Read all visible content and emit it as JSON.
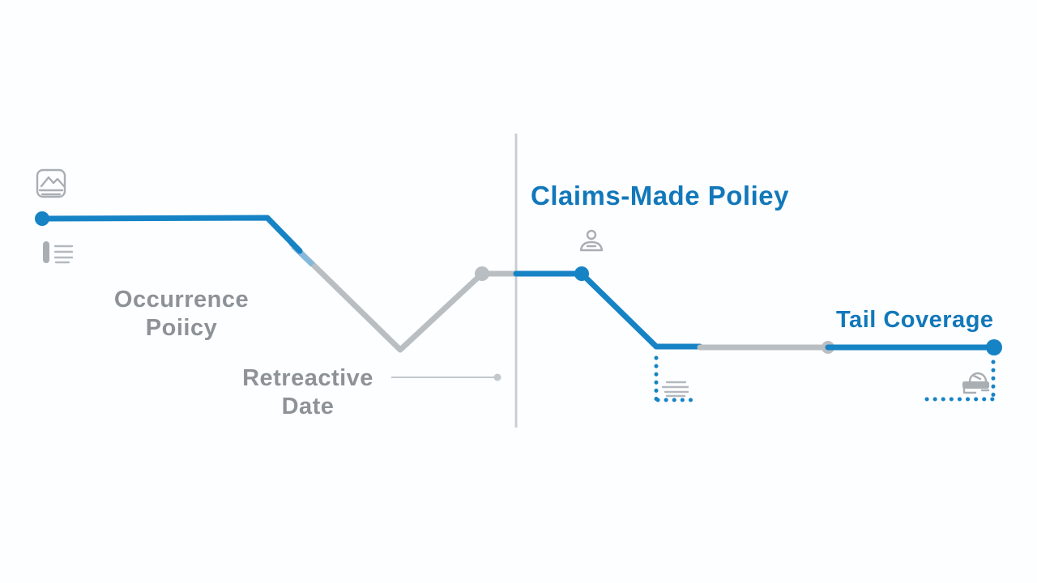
{
  "labels": {
    "occurrence_policy": "Occurrence\nPoiicy",
    "retroactive_date": "Retreactive\nDate",
    "claims_made_policy": "Claims-Made Poliey",
    "tail_coverage": "Tail Coverage"
  },
  "icons": {
    "occurrence_start_top": "photo-icon",
    "occurrence_start_bottom": "list-icon",
    "claims_made_marker": "person-icon",
    "claims_dotted_box": "document-lines-icon",
    "tail_dotted_box": "printer-icon"
  },
  "colors": {
    "accent_blue": "#1683c5",
    "heading_blue": "#1278ba",
    "line_gray": "#b9bec2",
    "text_gray": "#8d9297",
    "divider_gray": "#c9ced2",
    "icon_gray": "#a9aeb3",
    "background": "#fdfeff"
  }
}
